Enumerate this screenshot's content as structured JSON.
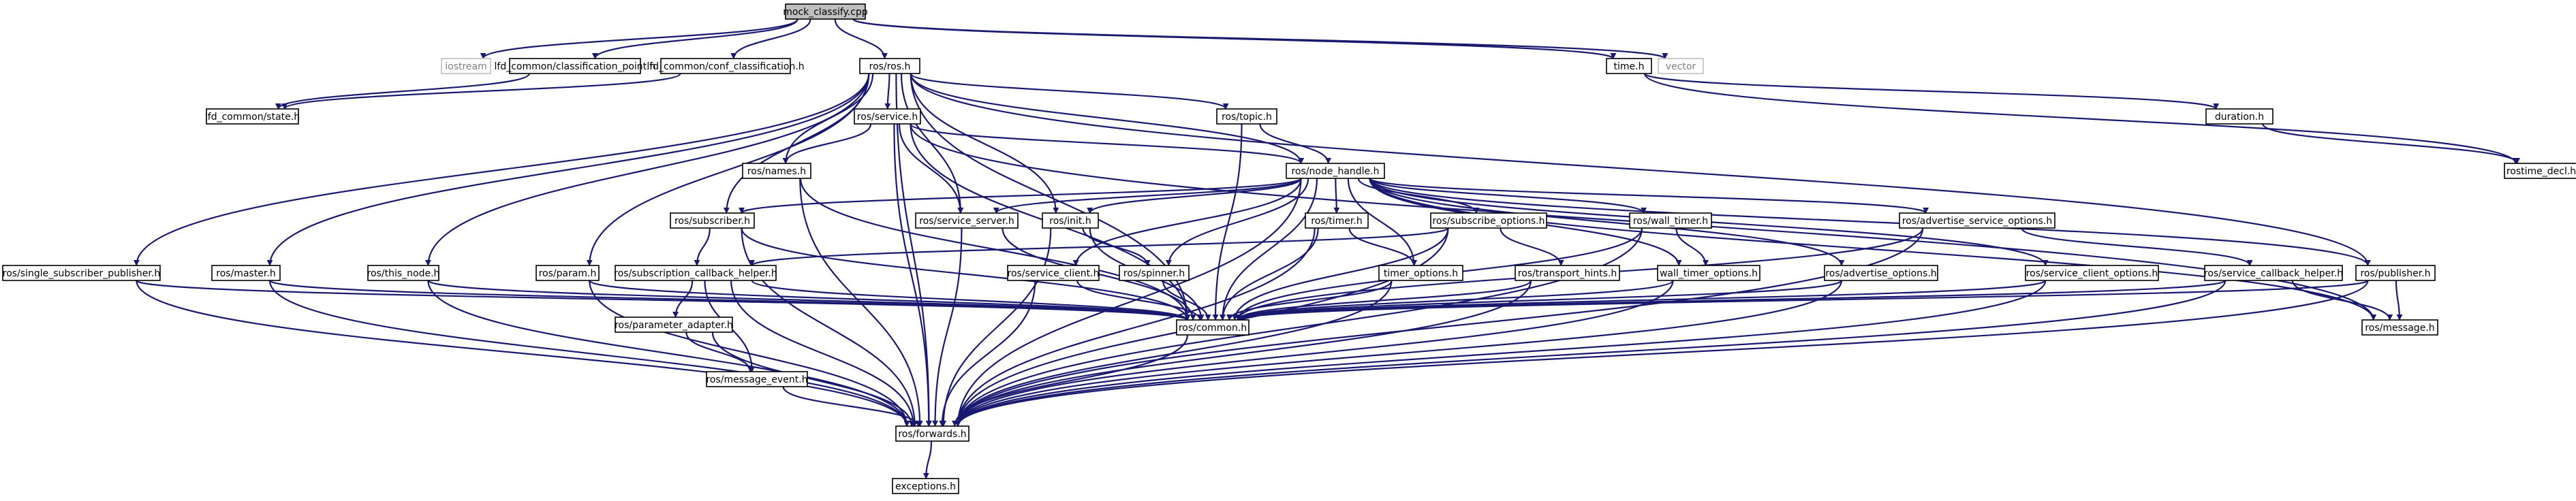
{
  "graph": {
    "title": "mock_classify.cpp",
    "colors": {
      "edge": "#191970",
      "root_fill": "#bfbfbf",
      "node_border": "#000000",
      "external_border": "#bfbfbf",
      "external_text": "#808080"
    },
    "nodes": [
      {
        "id": "mock_classify",
        "label": "mock_classify.cpp",
        "kind": "root"
      },
      {
        "id": "iostream",
        "label": "iostream",
        "kind": "external"
      },
      {
        "id": "classification_point",
        "label": "lfd_common/classification_point.h",
        "kind": "file"
      },
      {
        "id": "conf_classification",
        "label": "lfd_common/conf_classification.h",
        "kind": "file"
      },
      {
        "id": "ros",
        "label": "ros/ros.h",
        "kind": "file"
      },
      {
        "id": "time",
        "label": "time.h",
        "kind": "file"
      },
      {
        "id": "vector",
        "label": "vector",
        "kind": "external"
      },
      {
        "id": "state",
        "label": "lfd_common/state.h",
        "kind": "file"
      },
      {
        "id": "service",
        "label": "ros/service.h",
        "kind": "file"
      },
      {
        "id": "topic",
        "label": "ros/topic.h",
        "kind": "file"
      },
      {
        "id": "duration",
        "label": "duration.h",
        "kind": "file"
      },
      {
        "id": "rostime_decl",
        "label": "rostime_decl.h",
        "kind": "file"
      },
      {
        "id": "names",
        "label": "ros/names.h",
        "kind": "file"
      },
      {
        "id": "node_handle",
        "label": "ros/node_handle.h",
        "kind": "file"
      },
      {
        "id": "subscriber",
        "label": "ros/subscriber.h",
        "kind": "file"
      },
      {
        "id": "service_server",
        "label": "ros/service_server.h",
        "kind": "file"
      },
      {
        "id": "init",
        "label": "ros/init.h",
        "kind": "file"
      },
      {
        "id": "timer",
        "label": "ros/timer.h",
        "kind": "file"
      },
      {
        "id": "subscribe_options",
        "label": "ros/subscribe_options.h",
        "kind": "file"
      },
      {
        "id": "wall_timer",
        "label": "ros/wall_timer.h",
        "kind": "file"
      },
      {
        "id": "advertise_service_options",
        "label": "ros/advertise_service_options.h",
        "kind": "file"
      },
      {
        "id": "single_subscriber_publisher",
        "label": "ros/single_subscriber_publisher.h",
        "kind": "file"
      },
      {
        "id": "master",
        "label": "ros/master.h",
        "kind": "file"
      },
      {
        "id": "this_node",
        "label": "ros/this_node.h",
        "kind": "file"
      },
      {
        "id": "param",
        "label": "ros/param.h",
        "kind": "file"
      },
      {
        "id": "subscription_callback_helper",
        "label": "ros/subscription_callback_helper.h",
        "kind": "file"
      },
      {
        "id": "service_client",
        "label": "ros/service_client.h",
        "kind": "file"
      },
      {
        "id": "spinner",
        "label": "ros/spinner.h",
        "kind": "file"
      },
      {
        "id": "timer_options",
        "label": "timer_options.h",
        "kind": "file"
      },
      {
        "id": "transport_hints",
        "label": "ros/transport_hints.h",
        "kind": "file"
      },
      {
        "id": "wall_timer_options",
        "label": "wall_timer_options.h",
        "kind": "file"
      },
      {
        "id": "advertise_options",
        "label": "ros/advertise_options.h",
        "kind": "file"
      },
      {
        "id": "service_client_options",
        "label": "ros/service_client_options.h",
        "kind": "file"
      },
      {
        "id": "service_callback_helper",
        "label": "ros/service_callback_helper.h",
        "kind": "file"
      },
      {
        "id": "publisher",
        "label": "ros/publisher.h",
        "kind": "file"
      },
      {
        "id": "parameter_adapter",
        "label": "ros/parameter_adapter.h",
        "kind": "file"
      },
      {
        "id": "common",
        "label": "ros/common.h",
        "kind": "file"
      },
      {
        "id": "message",
        "label": "ros/message.h",
        "kind": "file"
      },
      {
        "id": "message_event",
        "label": "ros/message_event.h",
        "kind": "file"
      },
      {
        "id": "forwards",
        "label": "ros/forwards.h",
        "kind": "file"
      },
      {
        "id": "exceptions",
        "label": "exceptions.h",
        "kind": "file"
      }
    ],
    "edges": [
      [
        "mock_classify",
        "iostream"
      ],
      [
        "mock_classify",
        "classification_point"
      ],
      [
        "mock_classify",
        "conf_classification"
      ],
      [
        "mock_classify",
        "ros"
      ],
      [
        "mock_classify",
        "time"
      ],
      [
        "mock_classify",
        "vector"
      ],
      [
        "classification_point",
        "state"
      ],
      [
        "conf_classification",
        "state"
      ],
      [
        "ros",
        "names"
      ],
      [
        "ros",
        "service"
      ],
      [
        "ros",
        "topic"
      ],
      [
        "ros",
        "node_handle"
      ],
      [
        "ros",
        "subscriber"
      ],
      [
        "ros",
        "service_server"
      ],
      [
        "ros",
        "init"
      ],
      [
        "ros",
        "publisher"
      ],
      [
        "ros",
        "single_subscriber_publisher"
      ],
      [
        "ros",
        "master"
      ],
      [
        "ros",
        "this_node"
      ],
      [
        "ros",
        "param"
      ],
      [
        "ros",
        "common"
      ],
      [
        "ros",
        "forwards"
      ],
      [
        "time",
        "duration"
      ],
      [
        "time",
        "rostime_decl"
      ],
      [
        "duration",
        "rostime_decl"
      ],
      [
        "service",
        "names"
      ],
      [
        "service",
        "node_handle"
      ],
      [
        "service",
        "common"
      ],
      [
        "service",
        "forwards"
      ],
      [
        "service",
        "service_server"
      ],
      [
        "service",
        "message"
      ],
      [
        "topic",
        "node_handle"
      ],
      [
        "topic",
        "common"
      ],
      [
        "names",
        "common"
      ],
      [
        "names",
        "forwards"
      ],
      [
        "node_handle",
        "subscriber"
      ],
      [
        "node_handle",
        "service_server"
      ],
      [
        "node_handle",
        "init"
      ],
      [
        "node_handle",
        "timer"
      ],
      [
        "node_handle",
        "subscribe_options"
      ],
      [
        "node_handle",
        "wall_timer"
      ],
      [
        "node_handle",
        "advertise_service_options"
      ],
      [
        "node_handle",
        "service_client"
      ],
      [
        "node_handle",
        "spinner"
      ],
      [
        "node_handle",
        "timer_options"
      ],
      [
        "node_handle",
        "wall_timer_options"
      ],
      [
        "node_handle",
        "advertise_options"
      ],
      [
        "node_handle",
        "service_client_options"
      ],
      [
        "node_handle",
        "publisher"
      ],
      [
        "node_handle",
        "common"
      ],
      [
        "node_handle",
        "forwards"
      ],
      [
        "node_handle",
        "message"
      ],
      [
        "subscriber",
        "subscription_callback_helper"
      ],
      [
        "subscriber",
        "common"
      ],
      [
        "subscriber",
        "forwards"
      ],
      [
        "service_server",
        "common"
      ],
      [
        "service_server",
        "forwards"
      ],
      [
        "init",
        "spinner"
      ],
      [
        "init",
        "common"
      ],
      [
        "init",
        "forwards"
      ],
      [
        "timer",
        "timer_options"
      ],
      [
        "timer",
        "common"
      ],
      [
        "timer",
        "forwards"
      ],
      [
        "subscribe_options",
        "transport_hints"
      ],
      [
        "subscribe_options",
        "subscription_callback_helper"
      ],
      [
        "subscribe_options",
        "common"
      ],
      [
        "subscribe_options",
        "forwards"
      ],
      [
        "wall_timer",
        "wall_timer_options"
      ],
      [
        "wall_timer",
        "common"
      ],
      [
        "wall_timer",
        "forwards"
      ],
      [
        "advertise_service_options",
        "service_callback_helper"
      ],
      [
        "advertise_service_options",
        "common"
      ],
      [
        "advertise_service_options",
        "forwards"
      ],
      [
        "single_subscriber_publisher",
        "common"
      ],
      [
        "single_subscriber_publisher",
        "forwards"
      ],
      [
        "master",
        "common"
      ],
      [
        "master",
        "forwards"
      ],
      [
        "this_node",
        "common"
      ],
      [
        "this_node",
        "forwards"
      ],
      [
        "param",
        "common"
      ],
      [
        "param",
        "forwards"
      ],
      [
        "subscription_callback_helper",
        "parameter_adapter"
      ],
      [
        "subscription_callback_helper",
        "message_event"
      ],
      [
        "subscription_callback_helper",
        "common"
      ],
      [
        "subscription_callback_helper",
        "forwards"
      ],
      [
        "service_client",
        "common"
      ],
      [
        "service_client",
        "forwards"
      ],
      [
        "spinner",
        "common"
      ],
      [
        "timer_options",
        "common"
      ],
      [
        "timer_options",
        "forwards"
      ],
      [
        "transport_hints",
        "common"
      ],
      [
        "transport_hints",
        "forwards"
      ],
      [
        "wall_timer_options",
        "common"
      ],
      [
        "wall_timer_options",
        "forwards"
      ],
      [
        "advertise_options",
        "common"
      ],
      [
        "advertise_options",
        "forwards"
      ],
      [
        "service_client_options",
        "common"
      ],
      [
        "service_client_options",
        "forwards"
      ],
      [
        "service_callback_helper",
        "common"
      ],
      [
        "service_callback_helper",
        "forwards"
      ],
      [
        "service_callback_helper",
        "message"
      ],
      [
        "publisher",
        "common"
      ],
      [
        "publisher",
        "message"
      ],
      [
        "publisher",
        "forwards"
      ],
      [
        "parameter_adapter",
        "message_event"
      ],
      [
        "parameter_adapter",
        "forwards"
      ],
      [
        "message_event",
        "forwards"
      ],
      [
        "common",
        "forwards"
      ],
      [
        "forwards",
        "exceptions"
      ]
    ]
  }
}
